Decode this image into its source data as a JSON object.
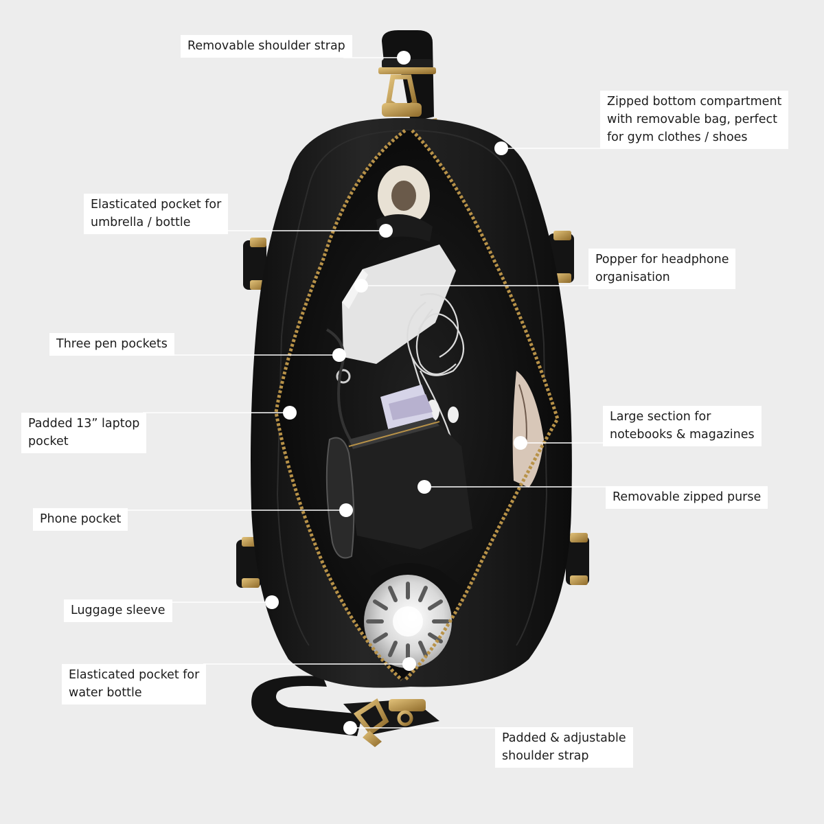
{
  "colors": {
    "background": "#ededed",
    "bag_leather": "#1a1a1a",
    "hardware_gold": "#b89248",
    "label_bg": "#ffffff",
    "leader_line": "#ffffff"
  },
  "callouts": [
    {
      "id": "shoulder-strap",
      "lines": [
        "Removable shoulder strap"
      ]
    },
    {
      "id": "bottom-compartment",
      "lines": [
        "Zipped bottom compartment",
        "with removable bag, perfect",
        "for gym clothes / shoes"
      ]
    },
    {
      "id": "umbrella-pocket",
      "lines": [
        "Elasticated pocket for",
        "umbrella / bottle"
      ]
    },
    {
      "id": "headphone-popper",
      "lines": [
        "Popper for headphone",
        "organisation"
      ]
    },
    {
      "id": "pen-pockets",
      "lines": [
        "Three pen pockets"
      ]
    },
    {
      "id": "laptop-pocket",
      "lines": [
        "Padded 13” laptop",
        "pocket"
      ]
    },
    {
      "id": "notebook-section",
      "lines": [
        "Large section for",
        "notebooks & magazines"
      ]
    },
    {
      "id": "zipped-purse",
      "lines": [
        "Removable zipped purse"
      ]
    },
    {
      "id": "phone-pocket",
      "lines": [
        "Phone pocket"
      ]
    },
    {
      "id": "luggage-sleeve",
      "lines": [
        "Luggage sleeve"
      ]
    },
    {
      "id": "water-bottle-pocket",
      "lines": [
        "Elasticated pocket for",
        "water bottle"
      ]
    },
    {
      "id": "adjustable-strap",
      "lines": [
        "Padded & adjustable",
        "shoulder strap"
      ]
    }
  ]
}
